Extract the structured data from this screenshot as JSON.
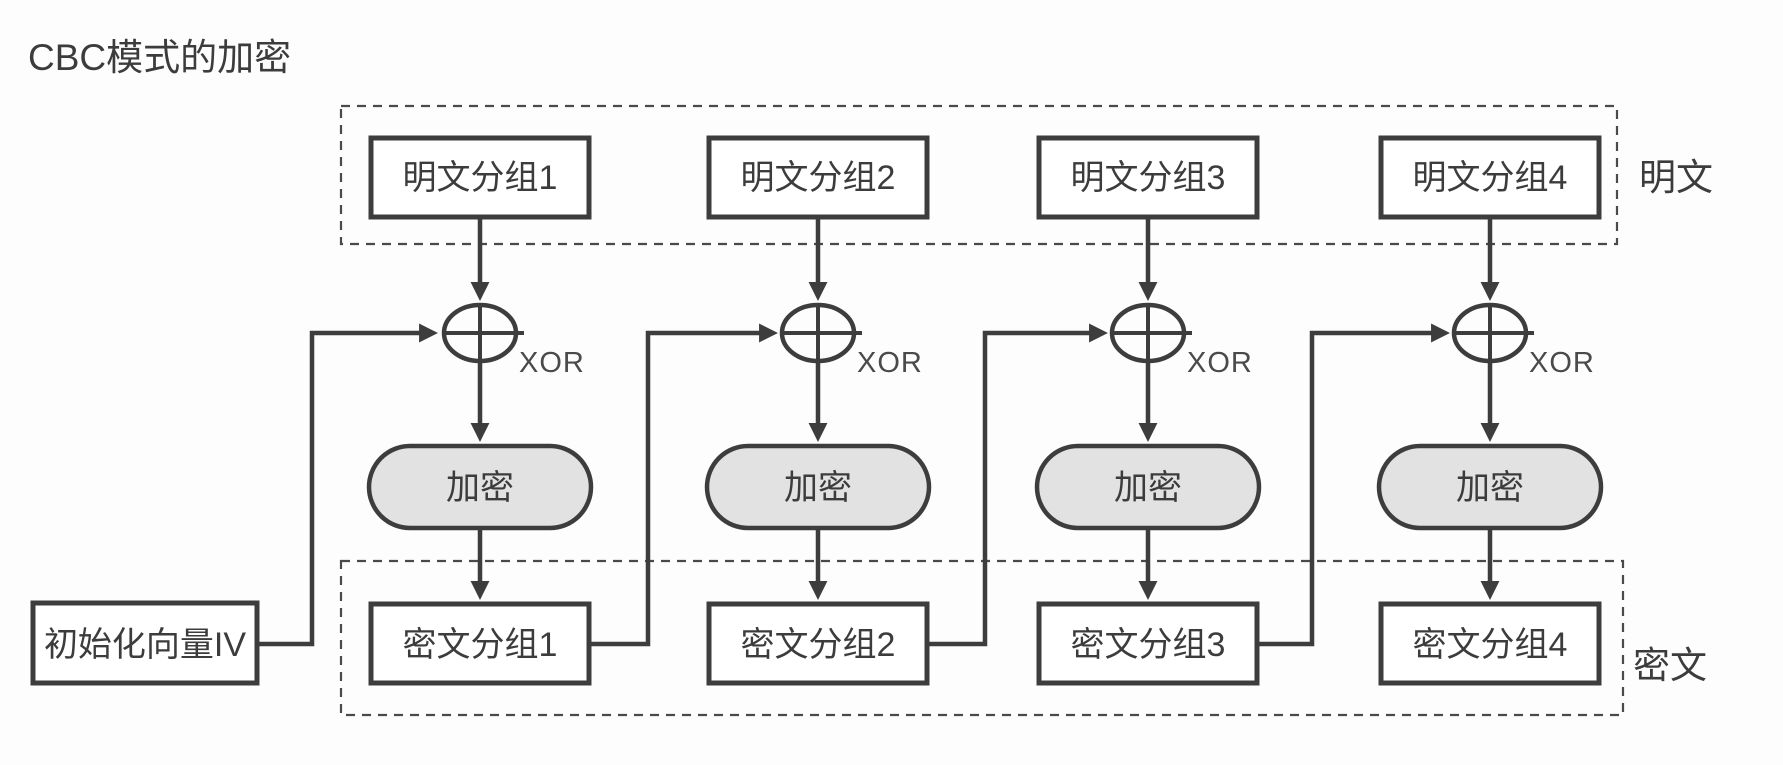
{
  "title": "CBC模式的加密",
  "groups": {
    "plaintext_label": "明文",
    "ciphertext_label": "密文"
  },
  "iv": {
    "label": "初始化向量IV"
  },
  "node_labels": {
    "xor": "XOR",
    "encrypt": "加密"
  },
  "columns": [
    {
      "plaintext": "明文分组1",
      "ciphertext": "密文分组1"
    },
    {
      "plaintext": "明文分组2",
      "ciphertext": "密文分组2"
    },
    {
      "plaintext": "明文分组3",
      "ciphertext": "密文分组3"
    },
    {
      "plaintext": "明文分组4",
      "ciphertext": "密文分组4"
    }
  ],
  "colors": {
    "background": "#fdfdfd",
    "line": "#3d3d3d",
    "box_fill": "#ffffff",
    "encrypt_pill_fill": "#e2e2e2",
    "dashed_border": "#4a4a4a",
    "text": "#3c3c3c"
  }
}
